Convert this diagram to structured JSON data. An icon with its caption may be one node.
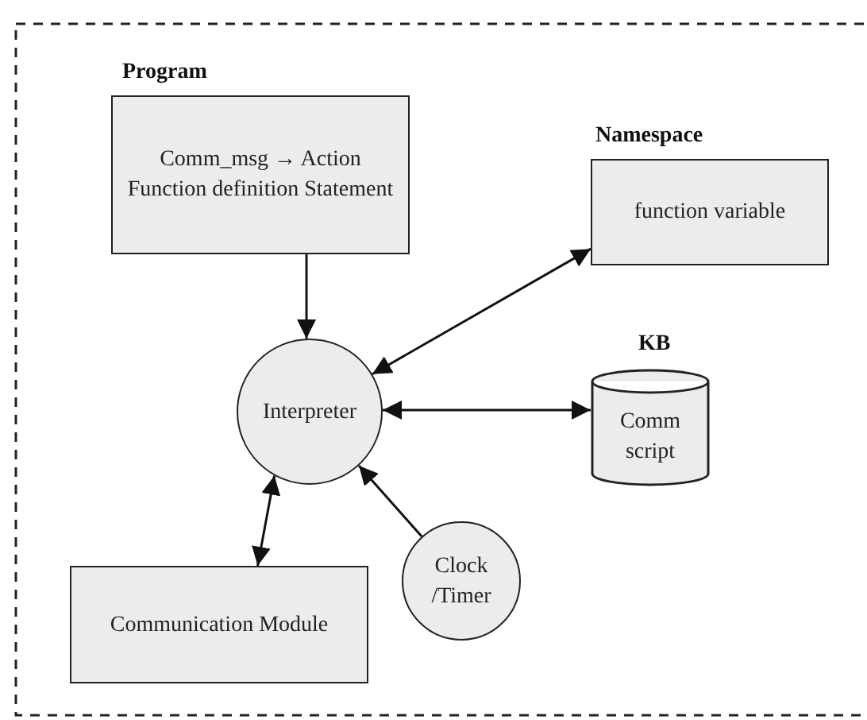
{
  "diagram": {
    "nodes": [
      {
        "text": [
          "Program",
          "Comm_msg → Action Function definition Statement"
        ]
      },
      {
        "text": [
          "Namespace",
          "function variable"
        ]
      },
      {
        "text": [
          "Interpreter"
        ]
      },
      {
        "text": [
          "KB",
          "Comm script"
        ]
      },
      {
        "text": [
          "Communication Module"
        ]
      },
      {
        "text": [
          "Clock /Timer"
        ]
      }
    ],
    "edges": [
      {
        "from": 0,
        "to": 2,
        "arrow": "to"
      },
      {
        "from": 2,
        "to": 1,
        "arrow": "both"
      },
      {
        "from": 2,
        "to": 3,
        "arrow": "both"
      },
      {
        "from": 4,
        "to": 2,
        "arrow": "both"
      },
      {
        "from": 5,
        "to": 2,
        "arrow": "to"
      }
    ]
  }
}
